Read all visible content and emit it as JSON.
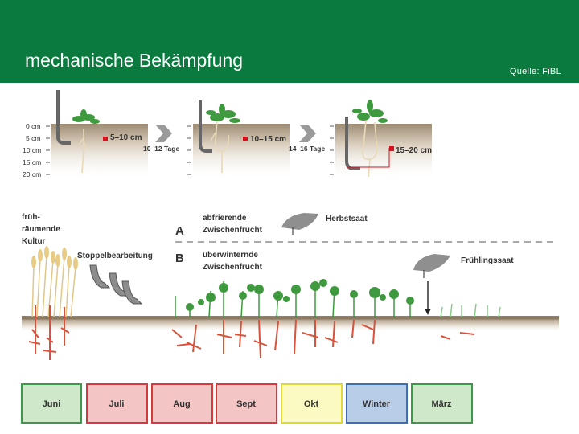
{
  "slide": {
    "title": "mechanische Bekämpfung",
    "source": "Quelle: FiBL",
    "header_color": "#0b7a3e"
  },
  "depth_scale": {
    "labels": [
      "0 cm",
      "5 cm",
      "10 cm",
      "15 cm",
      "20 cm"
    ]
  },
  "tillage_steps": [
    {
      "depth": "5–10 cm"
    },
    {
      "interval": "10–12 Tage",
      "depth": "10–15 cm"
    },
    {
      "interval": "14–16 Tage",
      "depth": "15–20 cm"
    }
  ],
  "rotation": {
    "crop_label": [
      "früh-",
      "räumende",
      "Kultur"
    ],
    "stubble_label": "Stoppelbearbeitung",
    "option_a": {
      "letter": "A",
      "text": [
        "abfrierende",
        "Zwischenfrucht"
      ],
      "sowing": "Herbstsaat"
    },
    "option_b": {
      "letter": "B",
      "text": [
        "überwinternde",
        "Zwischenfrucht"
      ],
      "sowing": "Frühlingssaat"
    }
  },
  "months": [
    {
      "label": "Juni",
      "color": "#cfe8c9",
      "border": "#3a9a48"
    },
    {
      "label": "Juli",
      "color": "#f3c5c5",
      "border": "#d63b3b"
    },
    {
      "label": "Aug",
      "color": "#f3c5c5",
      "border": "#d63b3b"
    },
    {
      "label": "Sept",
      "color": "#f3c5c5",
      "border": "#d63b3b"
    },
    {
      "label": "Okt",
      "color": "#fafac2",
      "border": "#e0d83a"
    },
    {
      "label": "Winter",
      "color": "#b7cde8",
      "border": "#3d6fb5"
    },
    {
      "label": "März",
      "color": "#cfe8c9",
      "border": "#3a9a48"
    }
  ],
  "colors": {
    "soil_top": "#b0a089",
    "plant_green": "#3f9a3f",
    "root_red": "#d7533c",
    "arrow_red": "#d3121d"
  }
}
